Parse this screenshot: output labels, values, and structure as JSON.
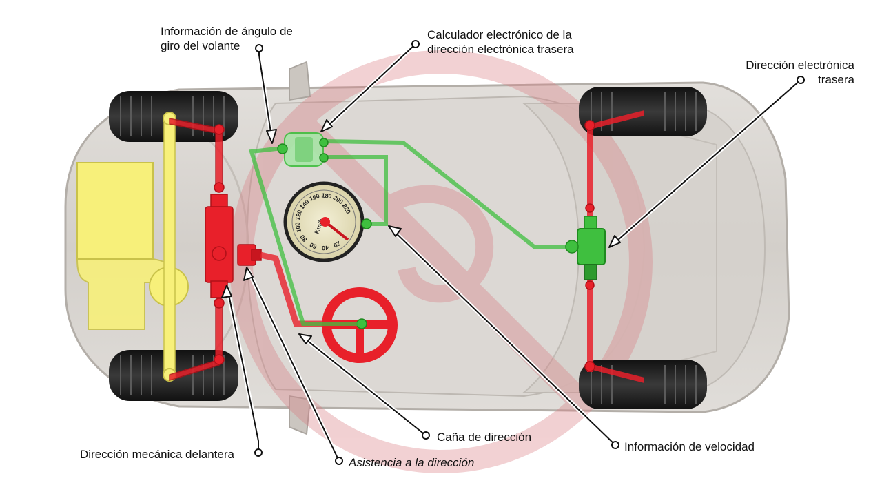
{
  "labels": {
    "angle_info": [
      "Información de ángulo de",
      "giro del volante"
    ],
    "rear_ecu": [
      "Calculador electrónico de la",
      "dirección electrónica trasera"
    ],
    "rear_steering": [
      "Dirección electrónica",
      "trasera"
    ],
    "steering_column": "Caña de dirección",
    "speed_info": "Información de velocidad",
    "front_mechanical": "Dirección mecánica delantera",
    "assist": "Asistencia a la dirección"
  },
  "speedometer": {
    "unit": "Km/h",
    "ticks": [
      "20",
      "40",
      "60",
      "80",
      "100",
      "120",
      "140",
      "160",
      "180",
      "200",
      "220"
    ]
  },
  "colors": {
    "mechanical": "#e8202a",
    "electronic": "#3fbf3f",
    "engine": "#f7f07a",
    "body": "#cfcbc6",
    "watermark": "#e6a3a6"
  }
}
